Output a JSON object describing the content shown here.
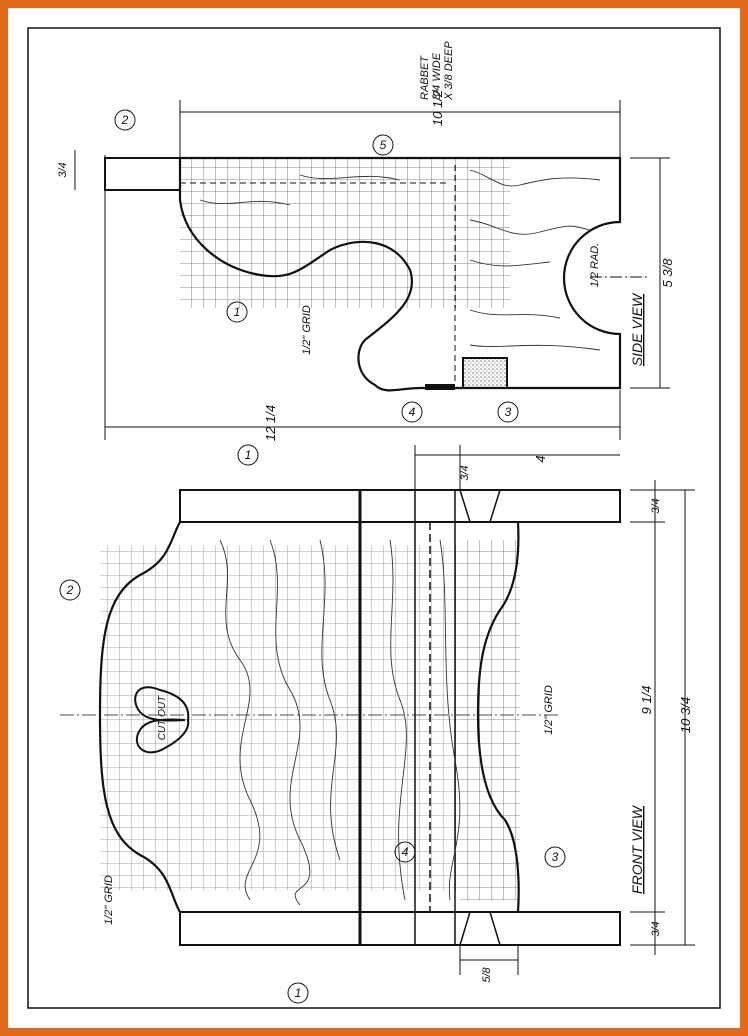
{
  "colors": {
    "frame": "#e06a1a",
    "ink": "#111111"
  },
  "side_view": {
    "title": "SIDE VIEW",
    "dim_length": "10 1/2",
    "dim_overall": "12 1/4",
    "dim_height": "5 3/8",
    "dim_end_thickness": "3/4",
    "radius_label": "1/2 RAD.",
    "rabbet_note": [
      "RABBET",
      "3/4 WIDE",
      "X 3/8 DEEP"
    ],
    "grid_label": "1/2\" GRID",
    "callouts": [
      "1",
      "2",
      "3",
      "4",
      "5"
    ]
  },
  "front_view": {
    "title": "FRONT VIEW",
    "dim_inner": "9 1/4",
    "dim_overall": "10 3/4",
    "dim_leg_top": "3/4",
    "dim_leg_bottom": "3/4",
    "dim_four": "4",
    "dim_rail": "3/4",
    "dim_five_eighths": "5/8",
    "cutout_label": "CUT OUT",
    "grid_label_top": "1/2\" GRID",
    "grid_label_bottom": "1/2\" GRID",
    "callouts": [
      "1",
      "1",
      "2",
      "3",
      "4"
    ]
  }
}
